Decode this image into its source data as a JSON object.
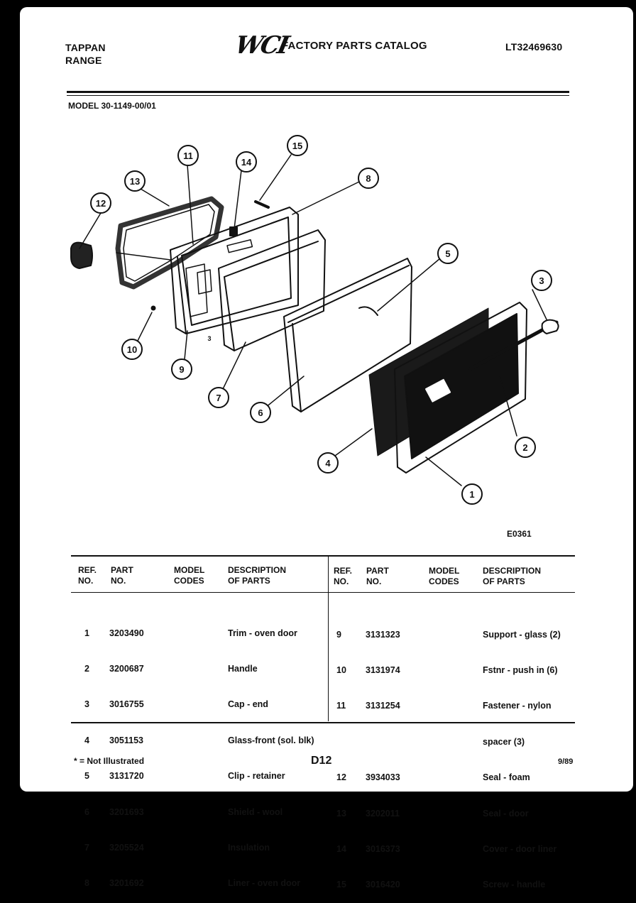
{
  "header": {
    "brand_line1": "TAPPAN",
    "brand_line2": "RANGE",
    "logo": "WCI",
    "catalog_title": "FACTORY PARTS CATALOG",
    "catalog_number": "LT32469630",
    "model": "MODEL 30-1149-00/01"
  },
  "diagram": {
    "code": "E0361",
    "callouts": [
      "1",
      "2",
      "3",
      "4",
      "5",
      "6",
      "7",
      "8",
      "9",
      "10",
      "11",
      "12",
      "13",
      "14",
      "15"
    ],
    "small_mark": "3"
  },
  "table": {
    "columns": {
      "ref_no": "REF.\nNO.",
      "part_no": "PART\nNO.",
      "model_codes": "MODEL\nCODES",
      "description": "DESCRIPTION\nOF PARTS"
    },
    "left": {
      "refs": [
        "1",
        "2",
        "3",
        "4",
        "5",
        "6",
        "7",
        "8"
      ],
      "parts": [
        "3203490",
        "3200687",
        "3016755",
        "3051153",
        "3131720",
        "3201693",
        "3205524",
        "3201692"
      ],
      "descriptions": [
        "Trim - oven door",
        "Handle",
        "Cap - end",
        "Glass-front (sol. blk)",
        "Clip - retainer",
        "Shield - wool",
        "Insulation",
        "Liner - oven door"
      ]
    },
    "right": {
      "refs": [
        "9",
        "10",
        "11",
        "",
        "12",
        "13",
        "14",
        "15"
      ],
      "parts": [
        "3131323",
        "3131974",
        "3131254",
        "",
        "3934033",
        "3202011",
        "3016373",
        "3016420"
      ],
      "descriptions": [
        "Support - glass (2)",
        "Fstnr - push in (6)",
        "Fastener - nylon",
        "spacer (3)",
        "Seal - foam",
        "Seal - door",
        "Cover - door liner",
        "Screw - handle"
      ]
    }
  },
  "footer": {
    "note": "* = Not Illustrated",
    "page": "D12",
    "date": "9/89"
  },
  "colors": {
    "ink": "#111111",
    "paper": "#ffffff",
    "frame": "#000000"
  }
}
